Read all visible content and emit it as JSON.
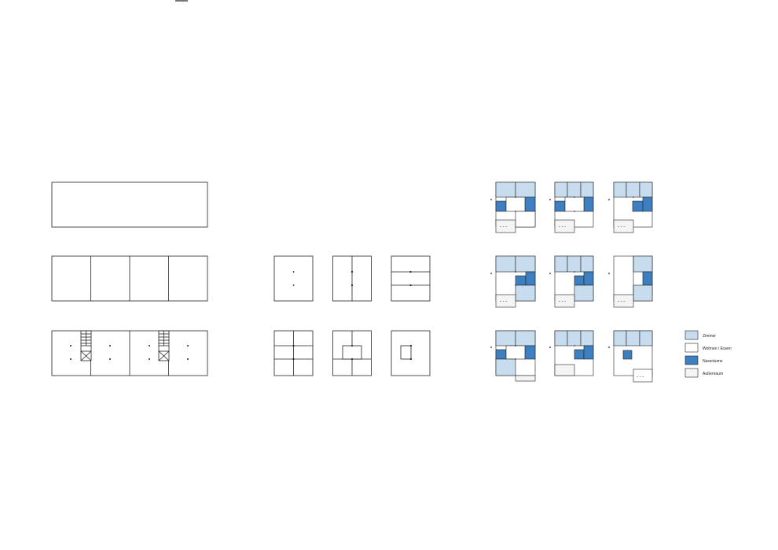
{
  "colors": {
    "zimmer": "#c7dcee",
    "wohnen": "#ffffff",
    "nassraeume": "#3d7fc1",
    "aussenraum": "#f4f4f4",
    "stroke": "#222222"
  },
  "legend": [
    {
      "key": "zimmer",
      "label": "Zimmer"
    },
    {
      "key": "wohnen",
      "label": "Wohnen / Essen"
    },
    {
      "key": "nassraeume",
      "label": "Nassräume"
    },
    {
      "key": "aussenraum",
      "label": "Außenraum"
    }
  ]
}
